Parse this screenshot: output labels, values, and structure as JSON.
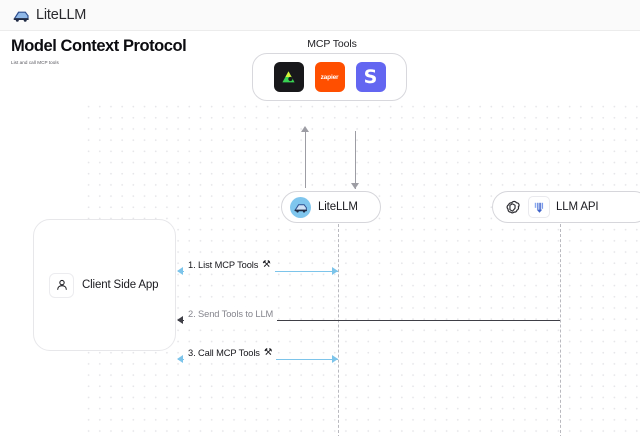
{
  "topbar": {
    "brand_name": "LiteLLM",
    "brand_icon": "litellm-logo-icon"
  },
  "page": {
    "title": "Model Context Protocol",
    "subtitle": "List and call MCP tools"
  },
  "diagram": {
    "mcp_group": {
      "title": "MCP Tools",
      "tools": [
        {
          "name": "linear-tool-icon",
          "label": "",
          "color": "#18181b"
        },
        {
          "name": "zapier-tool-icon",
          "label": "zapier",
          "color": "#ff4f00"
        },
        {
          "name": "slack-tool-icon",
          "label": "S",
          "color": "#6366f1"
        }
      ]
    },
    "nodes": {
      "client": {
        "label": "Client Side App",
        "icon": "person-icon"
      },
      "litellm": {
        "label": "LiteLLM",
        "icon": "litellm-avatar-icon"
      },
      "llm_api": {
        "label": "LLM API",
        "icons": [
          "openai-icon",
          "anthropic-icon"
        ]
      }
    },
    "messages": [
      {
        "label": "1. List MCP Tools",
        "icon": "tools-icon",
        "color": "#7cc4ea",
        "direction": "both"
      },
      {
        "label": "2. Send Tools to LLM",
        "icon": "",
        "color": "#3f3f46",
        "direction": "left"
      },
      {
        "label": "3. Call MCP Tools",
        "icon": "tools-icon",
        "color": "#7cc4ea",
        "direction": "both"
      }
    ],
    "tool_glyph": "⚒"
  }
}
